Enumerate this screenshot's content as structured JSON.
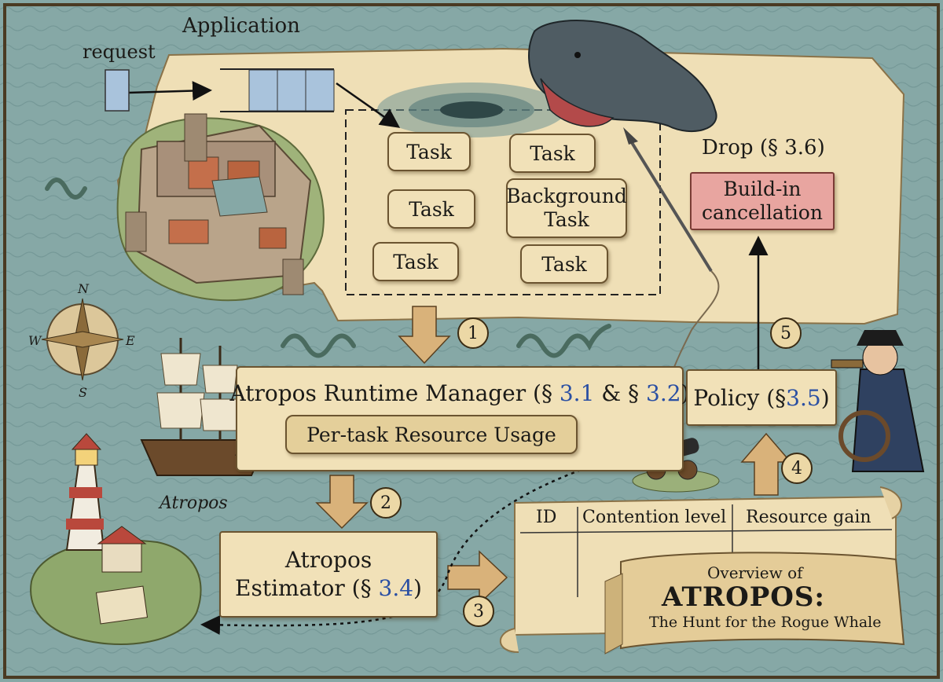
{
  "labels": {
    "application": "Application",
    "request": "request",
    "drop": "Drop (§ 3.6)",
    "atropos_ship": "Atropos"
  },
  "tasks": [
    "Task",
    "Task",
    "Task",
    "Background Task",
    "Task",
    "Task"
  ],
  "cancellation": "Build-in cancellation",
  "runtime_manager": {
    "prefix": "Atropos Runtime Manager (§ ",
    "ref1": "3.1",
    "mid": " & § ",
    "ref2": "3.2",
    "suffix": ")"
  },
  "resource_usage": "Per-task Resource Usage",
  "estimator": {
    "line1": "Atropos",
    "prefix": "Estimator (§ ",
    "ref": "3.4",
    "suffix": ")"
  },
  "policy": {
    "prefix": "Policy (§ ",
    "ref": "3.5",
    "suffix": ")"
  },
  "steps": [
    "1",
    "2",
    "3",
    "4",
    "5"
  ],
  "table": {
    "columns": [
      "ID",
      "Contention level",
      "Resource gain"
    ]
  },
  "banner": {
    "line1": "Overview of",
    "title": "ATROPOS:",
    "subtitle": "The Hunt for the Rogue Whale"
  },
  "compass": {
    "north": "N",
    "south": "S",
    "east": "E",
    "west": "W"
  },
  "colors": {
    "sea": "#7fa3a3",
    "parchment": "#efdfb6",
    "cancel_box": "#e8a5a0",
    "ref_blue": "#2a4fa3",
    "queue_blue": "#a9c3dc"
  }
}
